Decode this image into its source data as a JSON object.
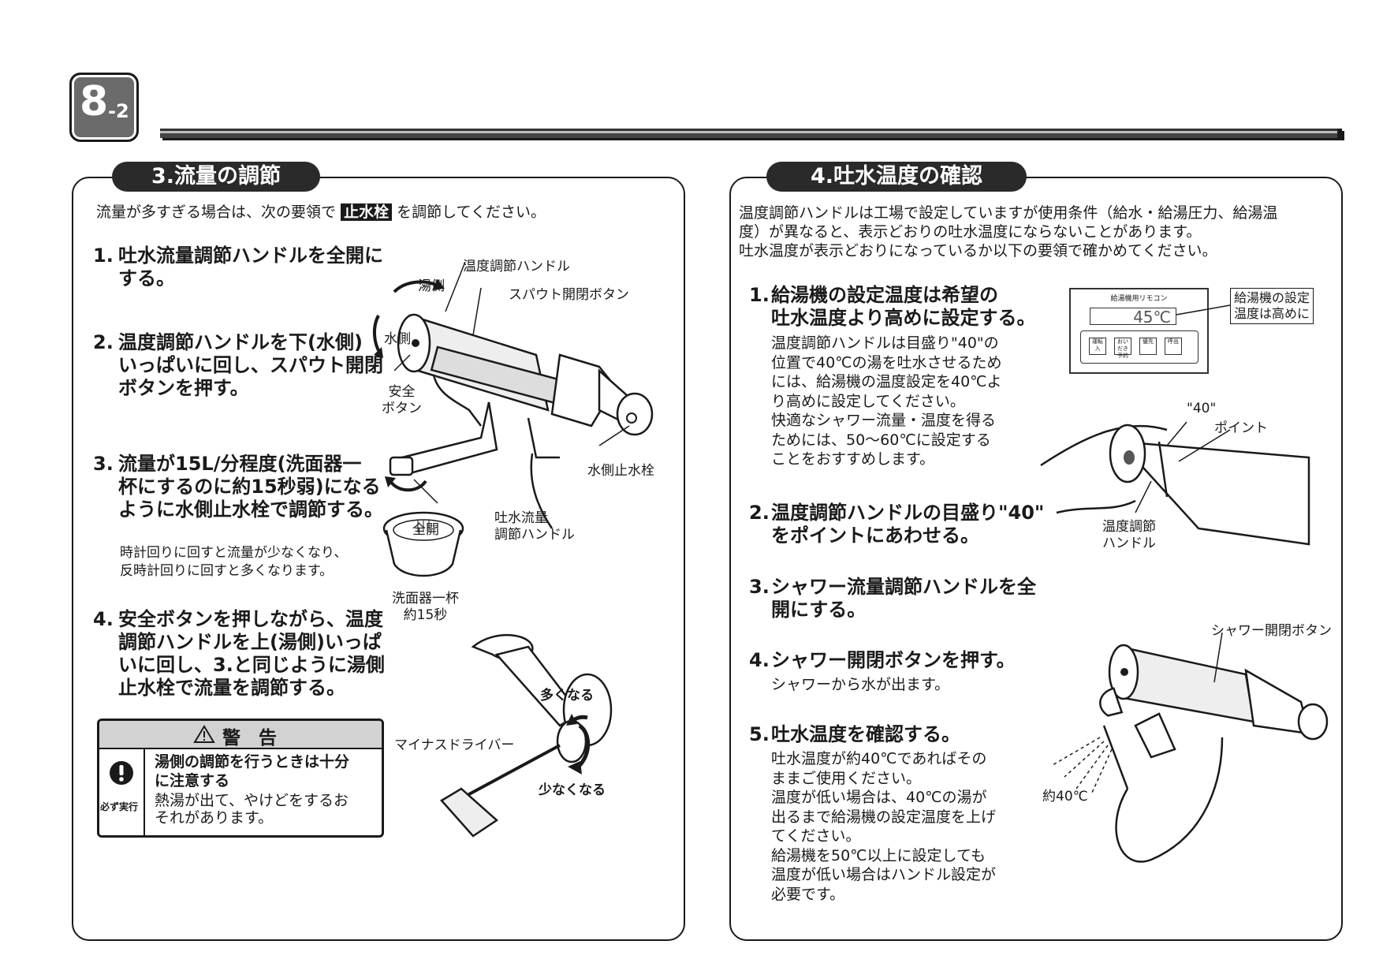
{
  "page_badge": {
    "main": "8",
    "sub": "-2"
  },
  "left": {
    "title": "3.流量の調節",
    "intro_before": "流量が多すぎる場合は、次の要領で",
    "intro_highlight": "止水栓",
    "intro_after": "を調節してください。",
    "steps": [
      {
        "num": "1.",
        "lines": [
          "吐水流量調節ハンドルを全開に",
          "する。"
        ]
      },
      {
        "num": "2.",
        "lines": [
          "温度調節ハンドルを下(水側)",
          "いっぱいに回し、スパウト開閉",
          "ボタンを押す。"
        ]
      },
      {
        "num": "3.",
        "lines": [
          "流量が15L/分程度(洗面器一",
          "杯にするのに約15秒弱)になる",
          "ように水側止水栓で調節する。"
        ]
      },
      {
        "num": "4.",
        "lines": [
          "安全ボタンを押しながら、温度",
          "調節ハンドルを上(湯側)いっぱ",
          "いに回し、3.と同じように湯側",
          "止水栓で流量を調節する。"
        ]
      }
    ],
    "note_lines": [
      "時計回りに回すと流量が少なくなり、",
      "反時計回りに回すと多くなります。"
    ],
    "labels": {
      "temp_handle": "温度調節ハンドル",
      "hot_side": "湯側",
      "spout_button": "スパウト開閉ボタン",
      "water_side": "水側",
      "safety_button": [
        "安全",
        "ボタン"
      ],
      "water_stop_valve": "水側止水栓",
      "full_open": "全開",
      "flow_handle": [
        "吐水流量",
        "調節ハンドル"
      ],
      "basin": [
        "洗面器一杯",
        "約15秒"
      ],
      "more": "多くなる",
      "less": "少なくなる",
      "screwdriver": "マイナスドライバー"
    },
    "warning": {
      "title": "警　告",
      "badge": "必ず実行",
      "bold_lines": [
        "湯側の調節を行うときは十分",
        "に注意する"
      ],
      "text_lines": [
        "熱湯が出て、やけどをするお",
        "それがあります。"
      ]
    }
  },
  "right": {
    "title": "4.吐水温度の確認",
    "intro_lines": [
      "温度調節ハンドルは工場で設定していますが使用条件（給水・給湯圧力、給湯温",
      "度）が異なると、表示どおりの吐水温度にならないことがあります。",
      "吐水温度が表示どおりになっているか以下の要領で確かめてください。"
    ],
    "steps": [
      {
        "num": "1.",
        "lines": [
          "給湯機の設定温度は希望の",
          "吐水温度より高めに設定する。"
        ],
        "sub": [
          "温度調節ハンドルは目盛り\"40\"の",
          "位置で40℃の湯を吐水させるため",
          "には、給湯機の温度設定を40℃よ",
          "り高めに設定してください。",
          "快適なシャワー流量・温度を得る",
          "ためには、50〜60℃に設定する",
          "ことをおすすめします。"
        ]
      },
      {
        "num": "2.",
        "lines": [
          "温度調節ハンドルの目盛り\"40\"",
          "をポイントにあわせる。"
        ],
        "sub": []
      },
      {
        "num": "3.",
        "lines": [
          "シャワー流量調節ハンドルを全",
          "開にする。"
        ],
        "sub": []
      },
      {
        "num": "4.",
        "lines": [
          "シャワー開閉ボタンを押す。"
        ],
        "sub": [
          "シャワーから水が出ます。"
        ]
      },
      {
        "num": "5.",
        "lines": [
          "吐水温度を確認する。"
        ],
        "sub": [
          "吐水温度が約40℃であればその",
          "ままご使用ください。",
          "温度が低い場合は、40℃の湯が",
          "出るまで給湯機の設定温度を上げ",
          "てください。",
          "給湯機を50℃以上に設定しても",
          "温度が低い場合はハンドル設定が",
          "必要です。"
        ]
      }
    ],
    "remote": {
      "title": "給湯機用リモコン",
      "display": "45℃",
      "buttons": [
        "運転入",
        "おいだき予約",
        "優先",
        "呼出"
      ],
      "callout": [
        "給湯機の設定",
        "温度は高めに"
      ]
    },
    "labels": {
      "mark_40": "\"40\"",
      "point": "ポイント",
      "temp_handle": [
        "温度調節",
        "ハンドル"
      ],
      "shower_button": "シャワー開閉ボタン",
      "approx_40": "約40℃"
    }
  }
}
